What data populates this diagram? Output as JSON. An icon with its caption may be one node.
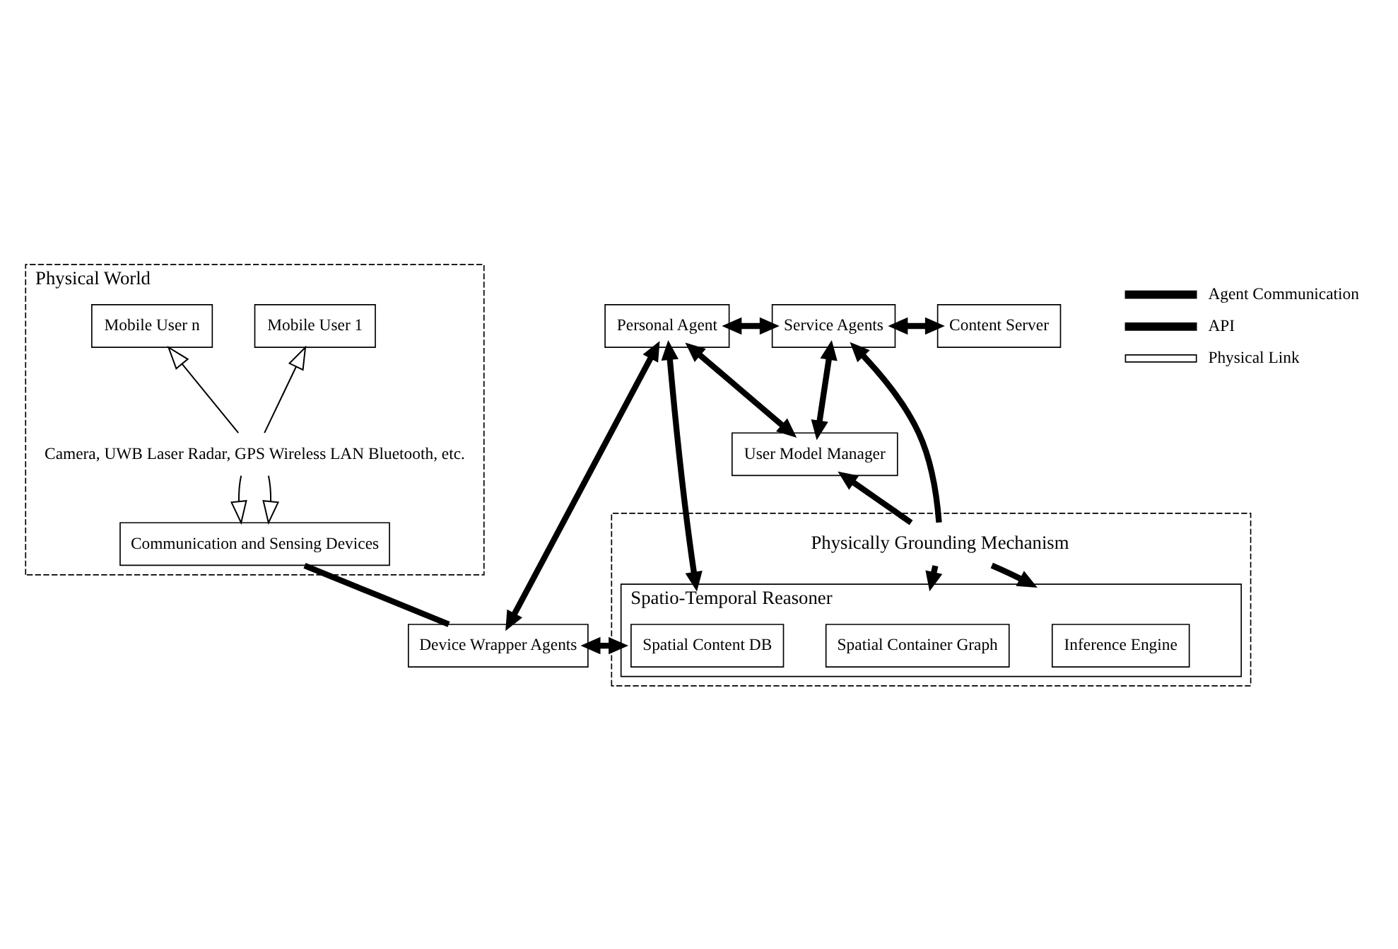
{
  "diagram": {
    "nodes": [
      {
        "text": [
          "Physical World"
        ]
      },
      {
        "text": [
          "Mobile User 1"
        ],
        "in": 0
      },
      {
        "text": [
          "Mobile User n"
        ],
        "in": 0
      },
      {
        "text": [
          "Camera, UWB Laser Radar, GPS Wireless LAN Bluetooth, etc."
        ],
        "in": 0
      },
      {
        "text": [
          "Communication and Sensing Devices"
        ],
        "in": 0
      },
      {
        "text": [
          "Personal Agent"
        ]
      },
      {
        "text": [
          "Service Agents"
        ]
      },
      {
        "text": [
          "Content Server"
        ]
      },
      {
        "text": [
          "User Model Manager"
        ]
      },
      {
        "text": [
          "Physically Grounding Mechanism"
        ]
      },
      {
        "text": [
          "Spatio-Temporal Reasoner"
        ],
        "in": 9
      },
      {
        "text": [
          "Inference Engine"
        ],
        "in": 10
      },
      {
        "text": [
          "Spatial Container Graph"
        ],
        "in": 10
      },
      {
        "text": [
          "Spatial Content DB"
        ],
        "in": 10
      },
      {
        "text": [
          "Device Wrapper Agents"
        ]
      }
    ],
    "edges": [
      {
        "from": 3,
        "to": 1,
        "arrow": "to"
      },
      {
        "from": 3,
        "to": 2,
        "arrow": "to"
      },
      {
        "from": 3,
        "to": 4,
        "arrow": "to"
      },
      {
        "from": 3,
        "to": 4,
        "arrow": "to"
      },
      {
        "from": 5,
        "to": 6,
        "arrow": "both"
      },
      {
        "from": 6,
        "to": 7,
        "arrow": "both"
      },
      {
        "from": 5,
        "to": 8,
        "arrow": "both"
      },
      {
        "from": 6,
        "to": 8,
        "arrow": "both"
      },
      {
        "from": 9,
        "to": 8,
        "arrow": "to"
      },
      {
        "from": 9,
        "to": 6,
        "arrow": "to"
      },
      {
        "from": 9,
        "to": 10,
        "arrow": "to"
      },
      {
        "from": 9,
        "to": 10,
        "arrow": "to"
      },
      {
        "from": 5,
        "to": 14,
        "arrow": "both"
      },
      {
        "from": 5,
        "to": 10,
        "arrow": "both"
      },
      {
        "from": 14,
        "to": 10,
        "arrow": "both"
      },
      {
        "from": 4,
        "to": 14,
        "arrow": "none"
      }
    ],
    "legend": [
      {
        "text": "Agent Communication"
      },
      {
        "text": "API"
      },
      {
        "text": "Physical Link"
      }
    ]
  }
}
